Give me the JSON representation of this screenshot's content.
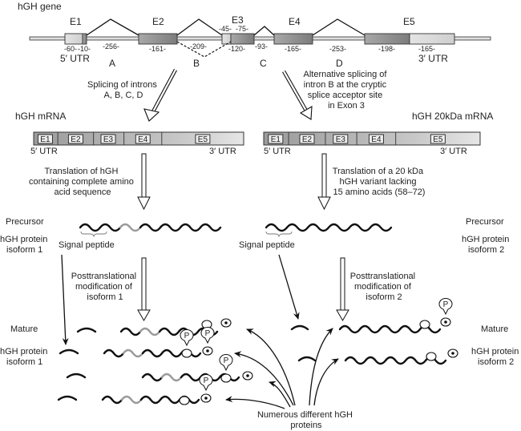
{
  "gene": {
    "title": "hGH gene",
    "exons": [
      "E1",
      "E2",
      "E3",
      "E4",
      "E5"
    ],
    "lengths": {
      "e1_utr": "-60-",
      "e1_cds": "-10-",
      "intron_a": "-256-",
      "e2": "-161-",
      "intron_b": "-209-",
      "e3_part1": "-45-",
      "e3_part2": "-75-",
      "e3_total": "-120-",
      "intron_c": "-93-",
      "e4": "-165-",
      "intron_d": "-253-",
      "e5_cds": "-198-",
      "e5_utr": "-165-"
    },
    "introns": [
      "A",
      "B",
      "C",
      "D"
    ],
    "utr5": "5′ UTR",
    "utr3": "3′ UTR"
  },
  "splicing_left": {
    "text": [
      "Splicing of introns",
      "A, B, C, D"
    ]
  },
  "splicing_right": {
    "text": [
      "Alternative splicing of",
      "intron B at the cryptic",
      "splice acceptor site",
      "in Exon 3"
    ]
  },
  "mrna_left": {
    "title": "hGH mRNA",
    "exons": [
      "E1",
      "E2",
      "E3",
      "E4",
      "E5"
    ],
    "utr5": "5′ UTR",
    "utr3": "3′ UTR"
  },
  "mrna_right": {
    "title": "hGH 20kDa mRNA",
    "exons": [
      "E1",
      "E2",
      "E3",
      "E4",
      "E5"
    ],
    "utr5": "5′ UTR",
    "utr3": "3′ UTR"
  },
  "translation_left": {
    "text": [
      "Translation of hGH",
      "containing complete amino",
      "acid sequence"
    ]
  },
  "translation_right": {
    "text": [
      "Translation of a 20 kDa",
      "hGH variant lacking",
      "15 amino acids (58–72)"
    ]
  },
  "precursor_left": {
    "label": "Precursor",
    "protein": [
      "hGH protein",
      "isoform 1"
    ],
    "signal": "Signal peptide"
  },
  "precursor_right": {
    "label": "Precursor",
    "protein": [
      "hGH protein",
      "isoform 2"
    ],
    "signal": "Signal peptide"
  },
  "ptm_left": {
    "text": [
      "Posttranslational",
      "modification of",
      "isoform 1"
    ]
  },
  "ptm_right": {
    "text": [
      "Posttranslational",
      "modification of",
      "isoform 2"
    ]
  },
  "mature_left": {
    "label": "Mature",
    "protein": [
      "hGH protein",
      "isoform 1"
    ]
  },
  "mature_right": {
    "label": "Mature",
    "protein": [
      "hGH protein",
      "isoform 2"
    ]
  },
  "numerous": {
    "text": [
      "Numerous different hGH",
      "proteins"
    ]
  },
  "phospho_label": "P",
  "colors": {
    "exon_dark": "#8c8c8c",
    "exon_light": "#dcdcdc",
    "line": "#111111",
    "gray_segment": "#9a9a9a"
  }
}
